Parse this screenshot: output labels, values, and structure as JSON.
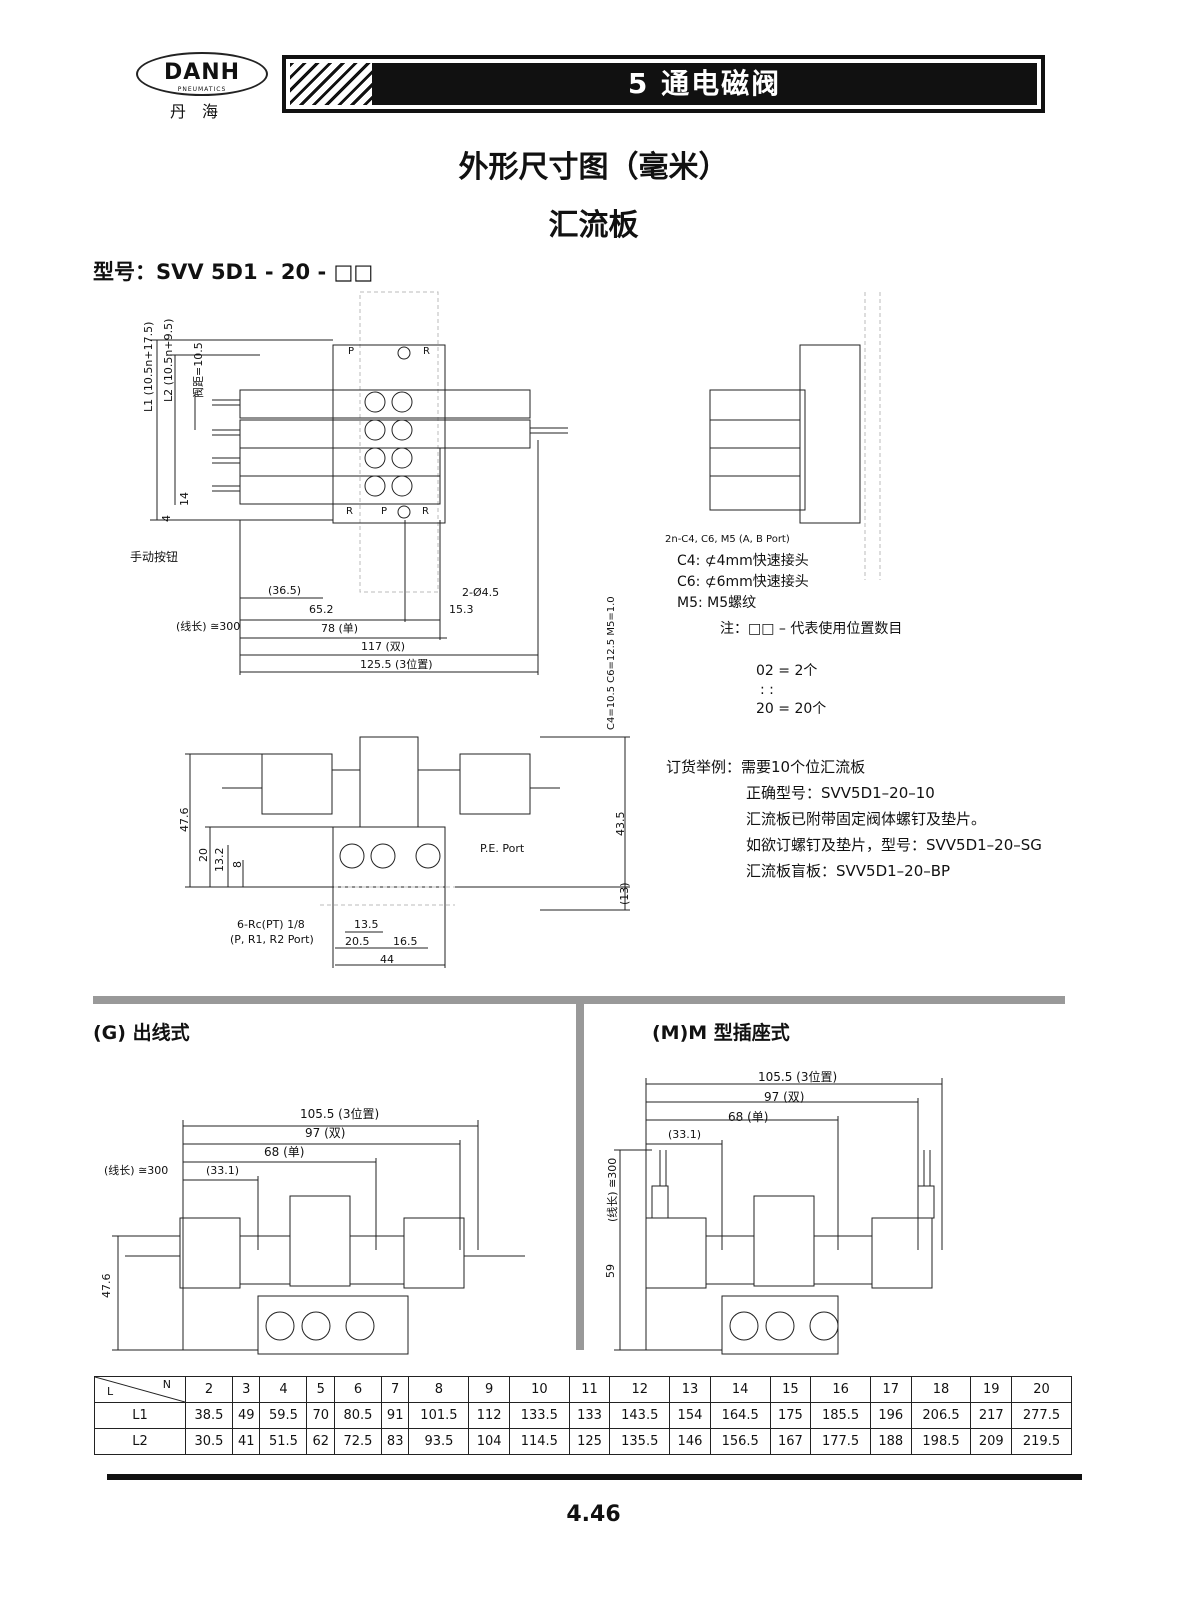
{
  "header": {
    "logo_text": "DANH",
    "logo_sub": "PNEUMATICS",
    "logo_cn": "丹海",
    "section_title": "5  通电磁阀"
  },
  "titles": {
    "main": "外形尺寸图（毫米）",
    "sub": "汇流板",
    "model": "型号：SVV 5D1 - 20 - □□"
  },
  "top_drawing": {
    "labels": {
      "manual_button": "手动按钮",
      "l1": "L1 (10.5n+17.5)",
      "l2": "L2 (10.5n+9.5)",
      "pitch": "阀距=10.5",
      "d14": "14",
      "d4": "4",
      "d36_5": "(36.5)",
      "d65_2": "65.2",
      "d15_3": "15.3",
      "hole": "2-Ø4.5",
      "wire": "(线长) ≅300",
      "d78": "78 (单)",
      "d117": "117 (双)",
      "d125_5": "125.5 (3位置)",
      "port_p": "P",
      "port_r": "R"
    }
  },
  "side_drawing": {
    "port_label": "2n-C4, C6, M5 (A, B Port)",
    "c4": "C4:  ⊄4mm快速接头",
    "c6": "C6:  ⊄6mm快速接头",
    "m5": "M5:  M5螺纹",
    "note": "注：□□ – 代表使用位置数目",
    "n1": "02 = 2个",
    "n_dots": ":      :",
    "n2": "20 = 20个"
  },
  "order_example": {
    "line1": "订货举例：需要10个位汇流板",
    "line2": "正确型号：SVV5D1–20–10",
    "line3": "汇流板已附带固定阀体螺钉及垫片。",
    "line4": "如欲订螺钉及垫片，型号：SVV5D1–20–SG",
    "line5": "汇流板盲板：SVV5D1–20–BP"
  },
  "front_drawing": {
    "labels": {
      "c_sizes": "C4=10.5 C6=12.5 M5=1.0",
      "h47_6": "47.6",
      "h43_5": "43.5",
      "h20": "20",
      "h13_2": "13.2",
      "h8": "8",
      "h13": "(13)",
      "pe": "P.E. Port",
      "rc": "6-Rc(PT) 1/8",
      "rc_ports": "(P, R1, R2 Port)",
      "w13_5": "13.5",
      "w20_5": "20.5",
      "w16_5": "16.5",
      "w44": "44"
    }
  },
  "section_g": {
    "label": "(G) 出线式",
    "d105_5": "105.5 (3位置)",
    "d97": "97 (双)",
    "d68": "68 (单)",
    "d33_1": "(33.1)",
    "wire": "(线长) ≅300",
    "h47_6": "47.6"
  },
  "section_m": {
    "label": "(M)M 型插座式",
    "d105_5": "105.5 (3位置)",
    "d97": "97 (双)",
    "d68": "68 (单)",
    "d33_1": "(33.1)",
    "wire": "(线长) ≅300",
    "h59": "59"
  },
  "dim_table": {
    "corner_l": "L",
    "corner_n": "N",
    "n": [
      "2",
      "3",
      "4",
      "5",
      "6",
      "7",
      "8",
      "9",
      "10",
      "11",
      "12",
      "13",
      "14",
      "15",
      "16",
      "17",
      "18",
      "19",
      "20"
    ],
    "rows": [
      {
        "label": "L1",
        "values": [
          "38.5",
          "49",
          "59.5",
          "70",
          "80.5",
          "91",
          "101.5",
          "112",
          "133.5",
          "133",
          "143.5",
          "154",
          "164.5",
          "175",
          "185.5",
          "196",
          "206.5",
          "217",
          "277.5"
        ]
      },
      {
        "label": "L2",
        "values": [
          "30.5",
          "41",
          "51.5",
          "62",
          "72.5",
          "83",
          "93.5",
          "104",
          "114.5",
          "125",
          "135.5",
          "146",
          "156.5",
          "167",
          "177.5",
          "188",
          "198.5",
          "209",
          "219.5"
        ]
      }
    ]
  },
  "footer": {
    "page": "4.46"
  }
}
